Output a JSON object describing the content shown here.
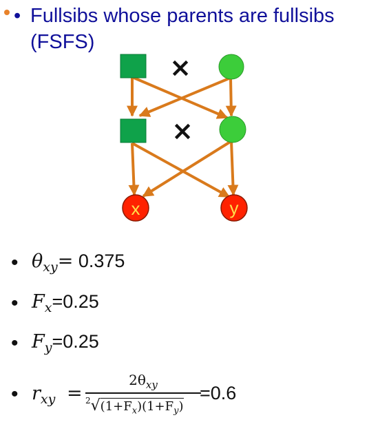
{
  "title": {
    "bullet": "•",
    "text": "Fullsibs whose parents are fullsibs (FSFS)"
  },
  "diagram": {
    "cross_symbol": "×",
    "offspring": [
      "x",
      "y"
    ],
    "colors": {
      "male": "#0fa24a",
      "female": "#3ccd3a",
      "offspring": "#ff2200",
      "edge": "#d97a1c"
    }
  },
  "stats": {
    "bullet": "•",
    "theta": {
      "var": "θ",
      "sub": "xy",
      "eq": "=",
      "value": " 0.375"
    },
    "fx": {
      "var": "F",
      "sub": "x",
      "value": "=0.25"
    },
    "fy": {
      "var": "F",
      "sub": "y",
      "value": "=0.25"
    },
    "r": {
      "var": "r",
      "sub": "xy",
      "eq": "=",
      "numerator": "2θ",
      "numerator_sub": "xy",
      "root_index": "2",
      "denominator": "(1+F",
      "den_sub1": "x",
      "den_mid": ")(1+F",
      "den_sub2": "y",
      "den_end": ")",
      "value": "=0.6"
    }
  }
}
